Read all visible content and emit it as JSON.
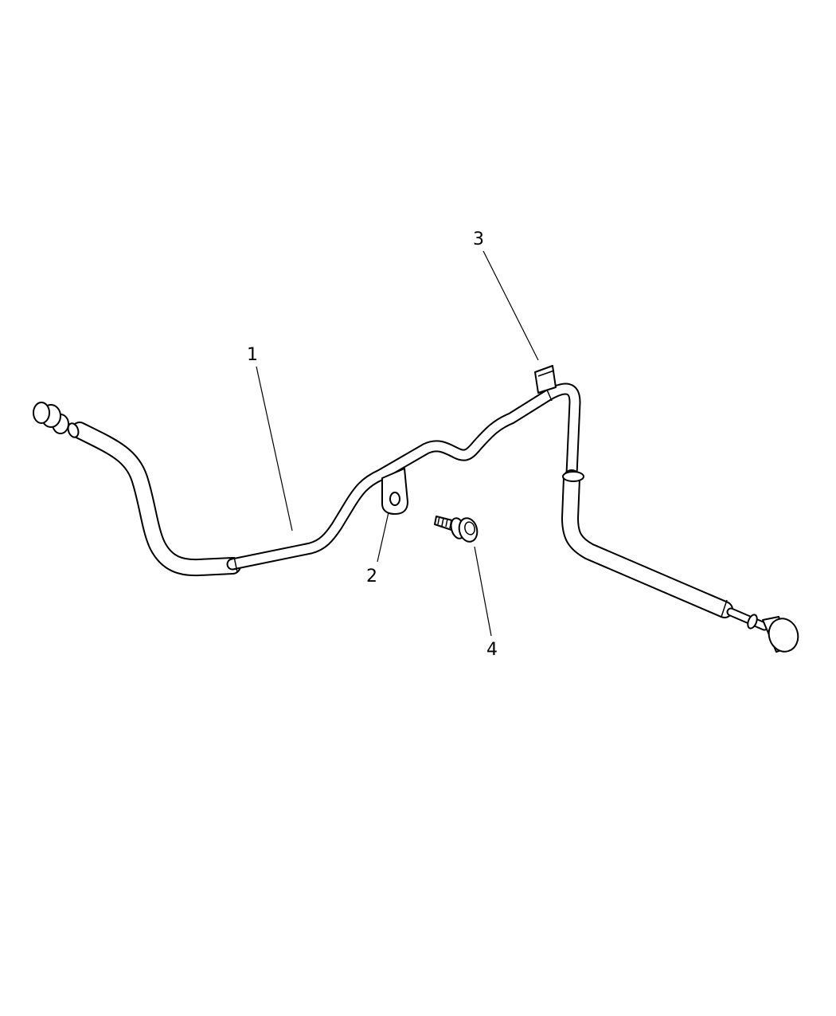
{
  "diagram": {
    "callouts": [
      {
        "id": "1",
        "label": "1",
        "part": "tube-assembly"
      },
      {
        "id": "2",
        "label": "2",
        "part": "mounting-bracket"
      },
      {
        "id": "3",
        "label": "3",
        "part": "retaining-clip"
      },
      {
        "id": "4",
        "label": "4",
        "part": "bolt"
      }
    ]
  }
}
